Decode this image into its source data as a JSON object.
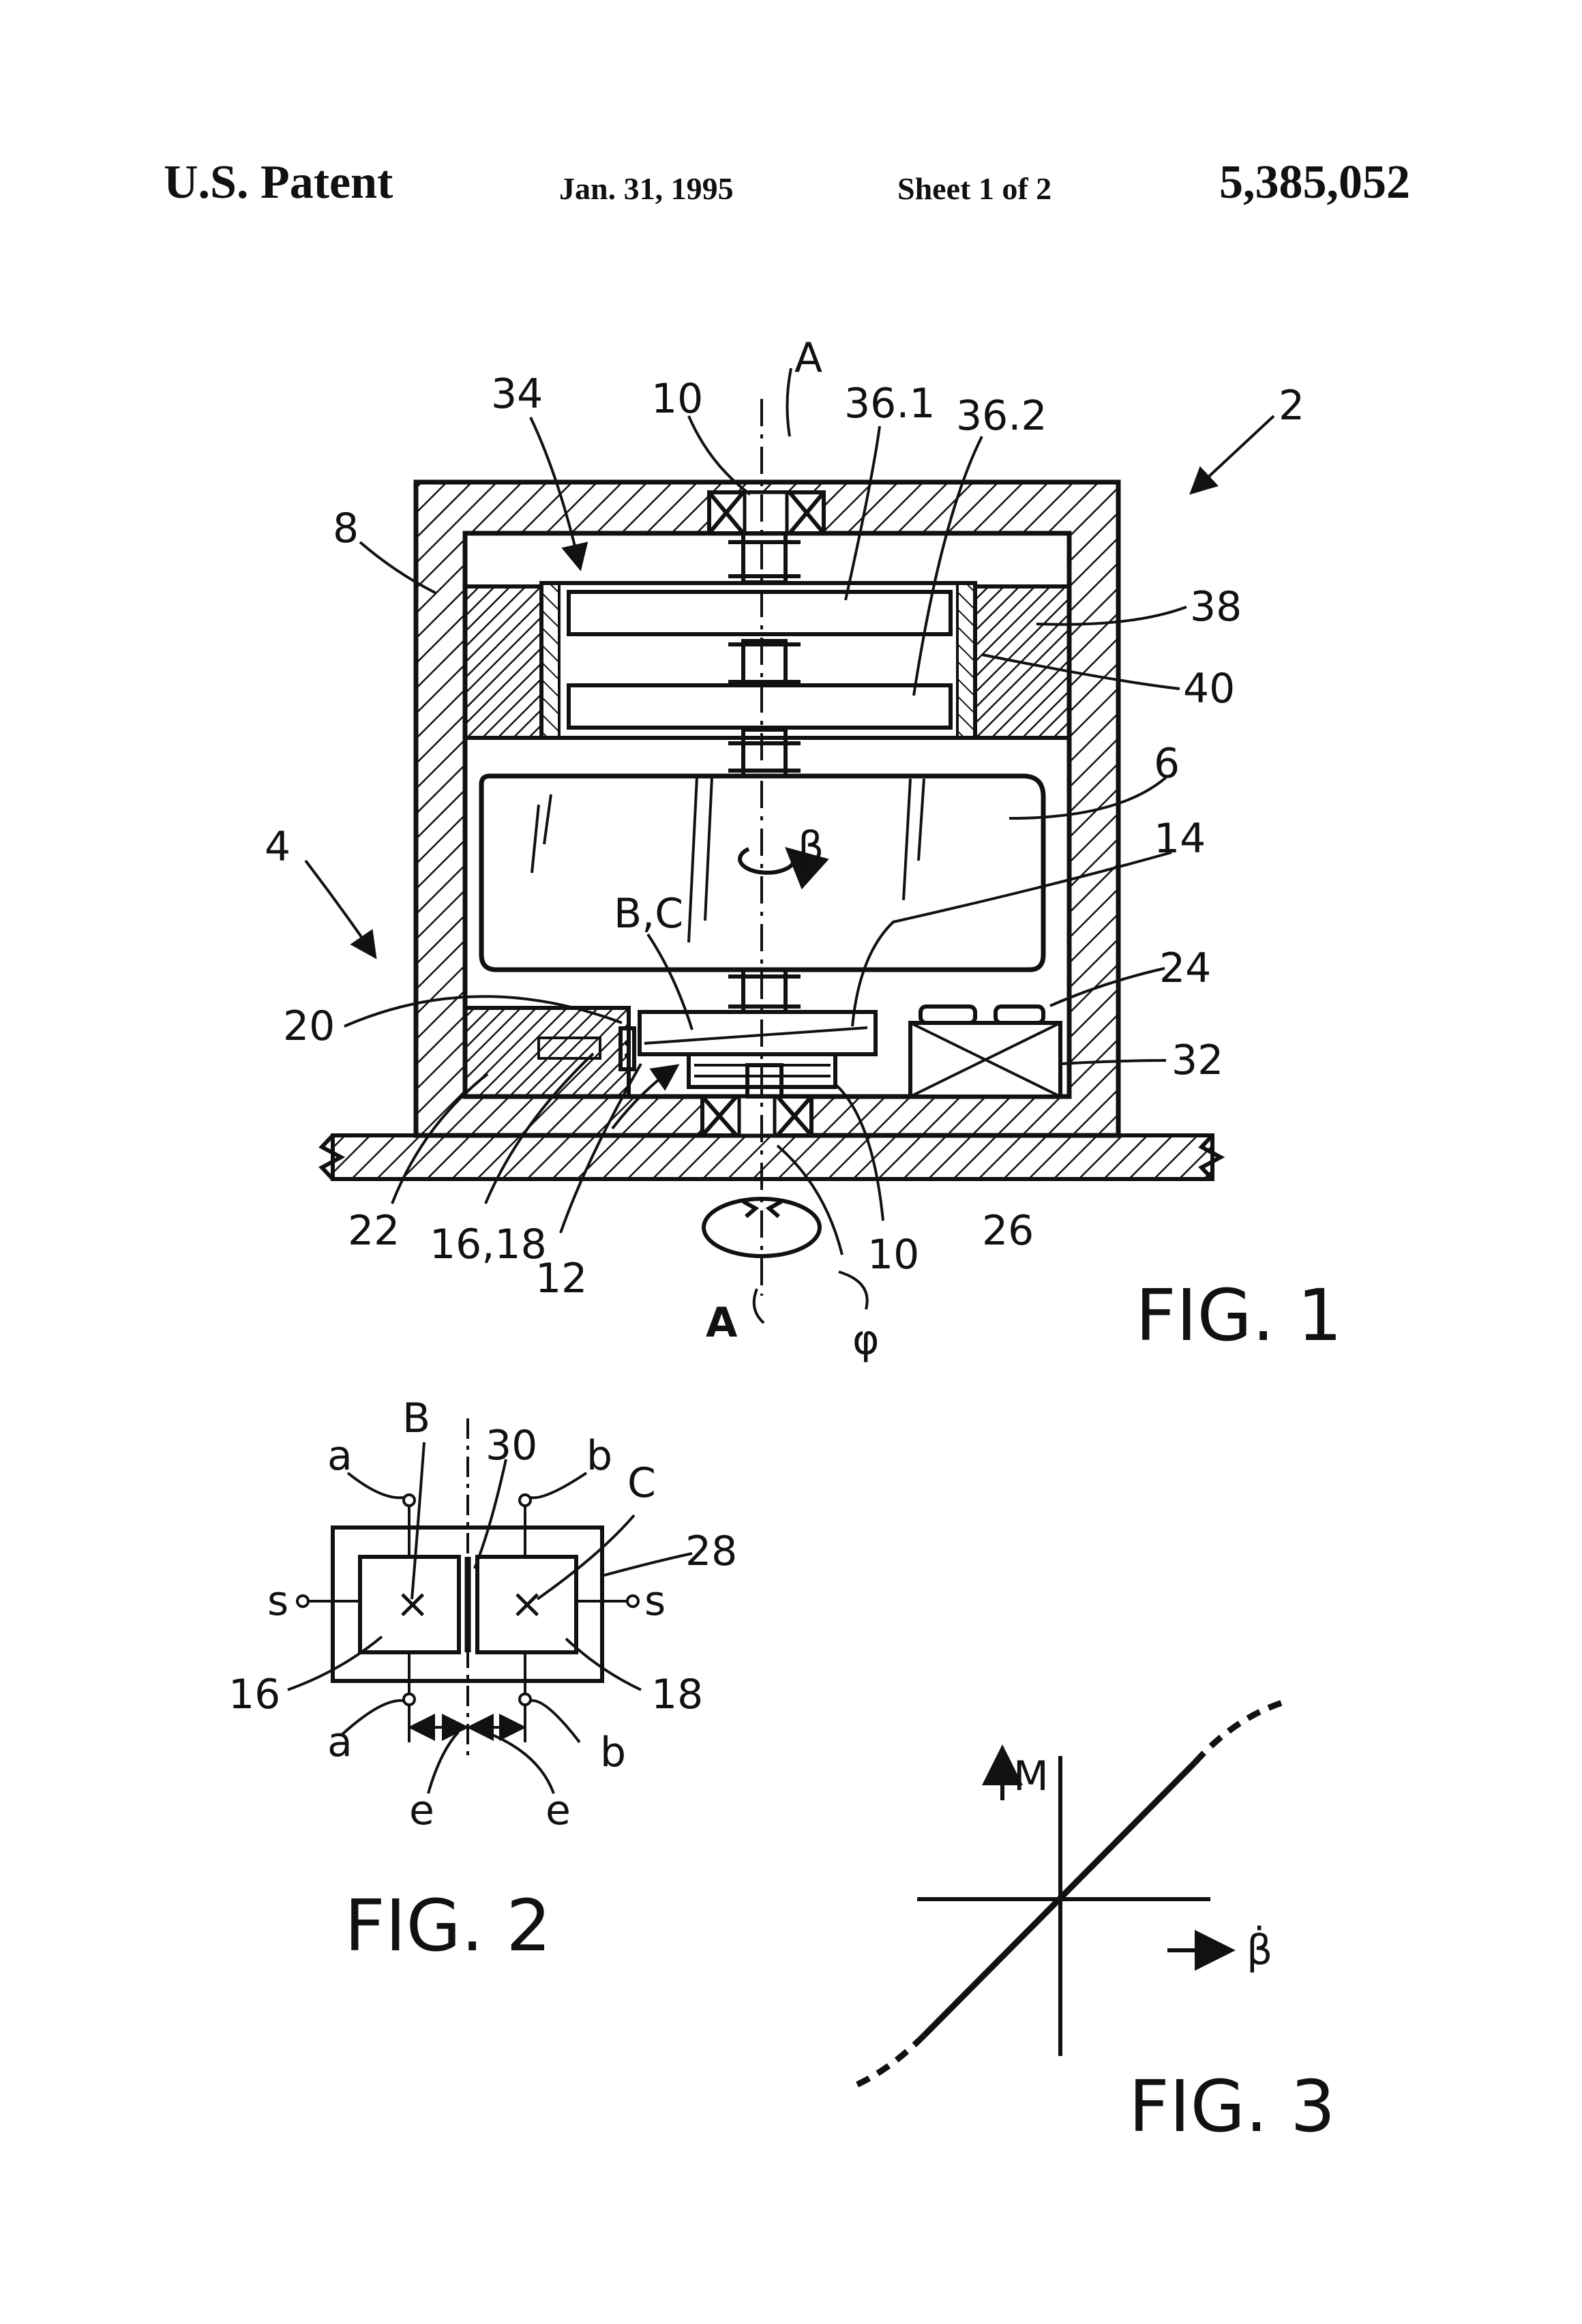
{
  "header": {
    "left": "U.S. Patent",
    "date": "Jan. 31, 1995",
    "sheet": "Sheet 1 of 2",
    "number": "5,385,052"
  },
  "fig1": {
    "caption": "FIG. 1",
    "labels": {
      "l2": "2",
      "l4": "4",
      "l6": "6",
      "l8": "8",
      "l10a": "10",
      "l10b": "10",
      "l12": "12",
      "l14": "14",
      "l1618": "16,18",
      "l20": "20",
      "l22": "22",
      "l24": "24",
      "l26": "26",
      "l32": "32",
      "l34": "34",
      "l361": "36.1",
      "l362": "36.2",
      "l38": "38",
      "l40": "40",
      "axisTop": "A",
      "axisBottom": "A",
      "bc": "B,C",
      "beta": "β",
      "phi": "φ"
    }
  },
  "fig2": {
    "caption": "FIG. 2",
    "labels": {
      "B": "B",
      "C": "C",
      "l30": "30",
      "l28": "28",
      "l16": "16",
      "l18": "18",
      "aTop": "a",
      "aBottom": "a",
      "bTop": "b",
      "bBottom": "b",
      "sLeft": "s",
      "sRight": "s",
      "eLeft": "e",
      "eRight": "e",
      "xB": "×",
      "xC": "×"
    }
  },
  "fig3": {
    "caption": "FIG. 3",
    "yAxisLabel": "M",
    "xAxisLabel": "β̇"
  }
}
